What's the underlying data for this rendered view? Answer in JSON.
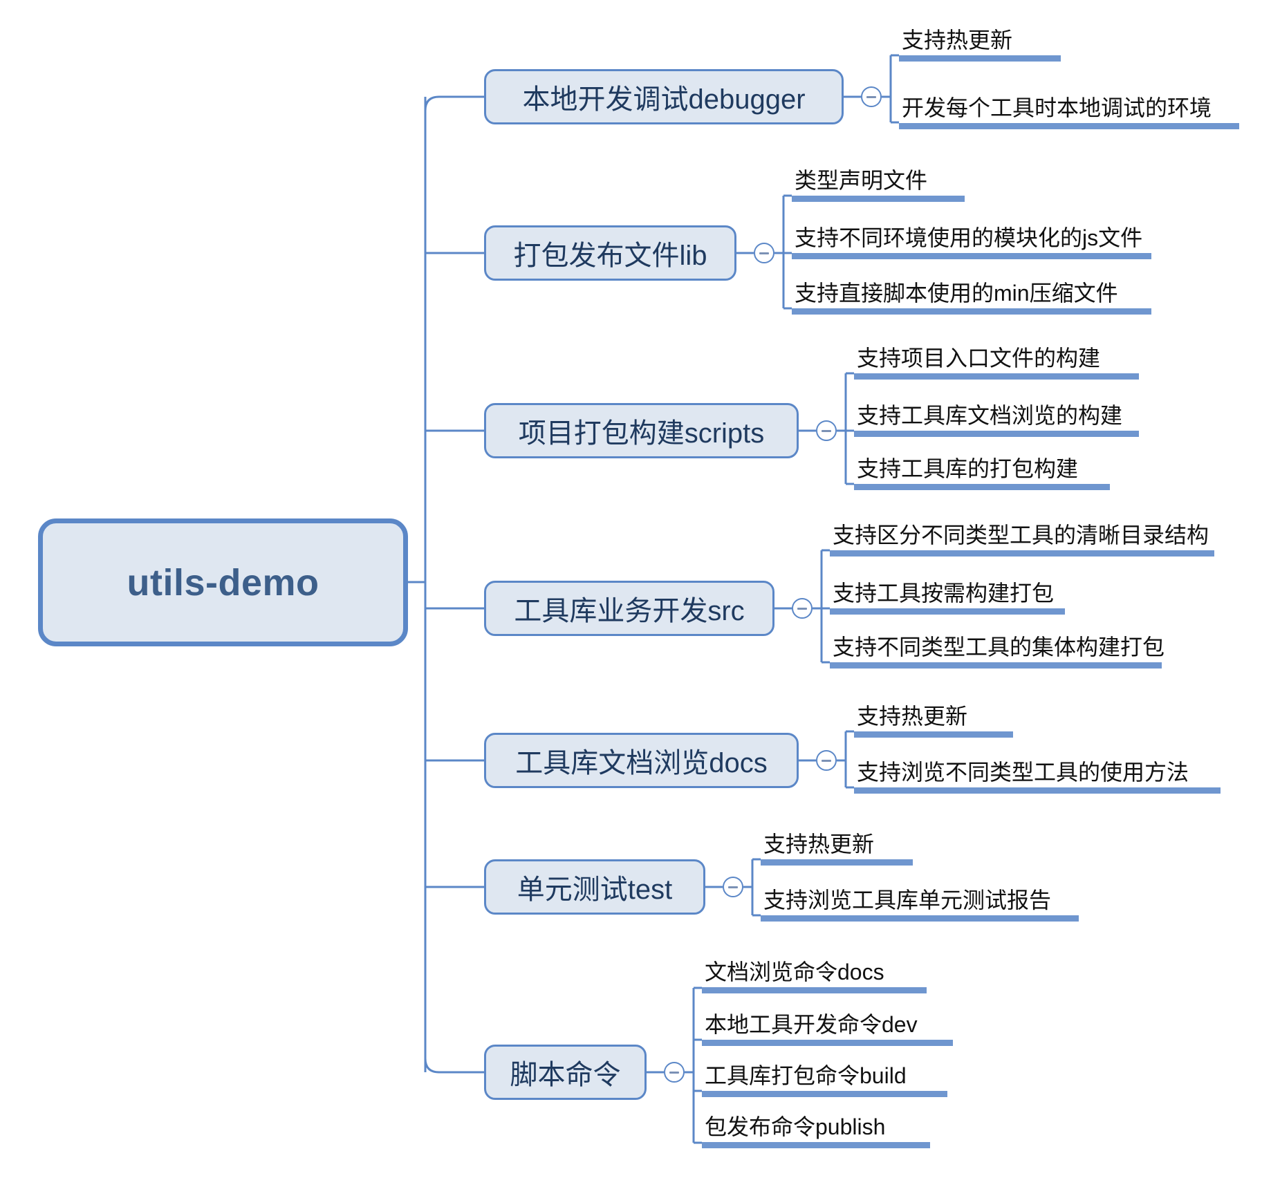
{
  "diagram": {
    "type": "mind-map",
    "title": "utils-demo",
    "root": {
      "label": "utils-demo",
      "fill": "#dfe7f1",
      "border": "#5b87c7",
      "text_color": "#3d5f8a"
    },
    "toggle_icon": "collapse-minus-icon",
    "branch_fill": "#dfe7f1",
    "branch_border": "#5b87c7",
    "branch_text_color": "#1f3a5f",
    "leaf_underline_color": "#6f96cf",
    "leaf_text_color": "#111111",
    "edge_color": "#5b87c7",
    "branches": [
      {
        "label": "本地开发调试debugger",
        "children": [
          {
            "label": "支持热更新"
          },
          {
            "label": "开发每个工具时本地调试的环境"
          }
        ]
      },
      {
        "label": "打包发布文件lib",
        "children": [
          {
            "label": "类型声明文件"
          },
          {
            "label": "支持不同环境使用的模块化的js文件"
          },
          {
            "label": "支持直接脚本使用的min压缩文件"
          }
        ]
      },
      {
        "label": "项目打包构建scripts",
        "children": [
          {
            "label": "支持项目入口文件的构建"
          },
          {
            "label": "支持工具库文档浏览的构建"
          },
          {
            "label": "支持工具库的打包构建"
          }
        ]
      },
      {
        "label": "工具库业务开发src",
        "children": [
          {
            "label": "支持区分不同类型工具的清晰目录结构"
          },
          {
            "label": "支持工具按需构建打包"
          },
          {
            "label": "支持不同类型工具的集体构建打包"
          }
        ]
      },
      {
        "label": "工具库文档浏览docs",
        "children": [
          {
            "label": "支持热更新"
          },
          {
            "label": "支持浏览不同类型工具的使用方法"
          }
        ]
      },
      {
        "label": "单元测试test",
        "children": [
          {
            "label": "支持热更新"
          },
          {
            "label": "支持浏览工具库单元测试报告"
          }
        ]
      },
      {
        "label": "脚本命令",
        "children": [
          {
            "label": "文档浏览命令docs"
          },
          {
            "label": "本地工具开发命令dev"
          },
          {
            "label": "工具库打包命令build"
          },
          {
            "label": "包发布命令publish"
          }
        ]
      }
    ]
  }
}
